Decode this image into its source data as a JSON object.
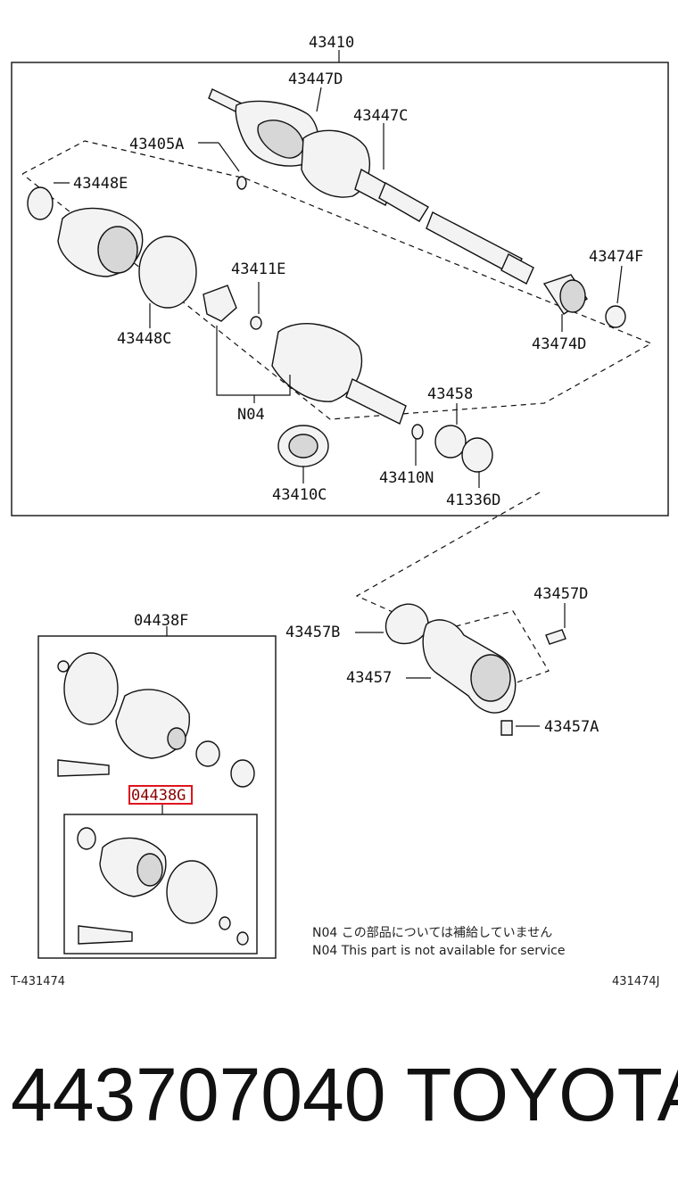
{
  "labels": {
    "p43410": "43410",
    "p43447D": "43447D",
    "p43447C": "43447C",
    "p43405A": "43405A",
    "p43448E": "43448E",
    "p43474F": "43474F",
    "p43411E": "43411E",
    "p43448C": "43448C",
    "p43474D": "43474D",
    "p43458": "43458",
    "pN04": "N04",
    "p43410N": "43410N",
    "p43410C": "43410C",
    "p41336D": "41336D",
    "p43457D": "43457D",
    "p04438F": "04438F",
    "p43457B": "43457B",
    "p43457": "43457",
    "p43457A": "43457A",
    "p04438G": "04438G"
  },
  "notes": {
    "jp": "N04  この部品については補給していません",
    "en": "N04  This part is not available for service"
  },
  "footer": {
    "left_code": "T-431474",
    "right_code": "431474J",
    "part_number": "443707040",
    "brand": "TOYOTA"
  },
  "colors": {
    "highlight_box": "#e0141e"
  }
}
